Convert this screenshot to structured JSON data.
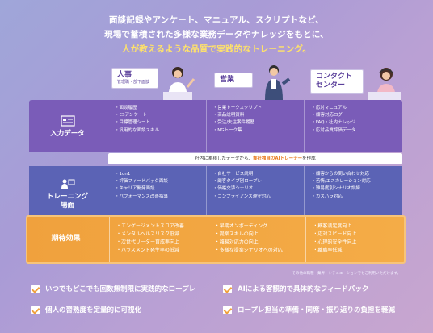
{
  "headline": {
    "line1": "面談記録やアンケート、マニュアル、スクリプトなど、",
    "line2": "現場で蓄積された多様な業務データやナレッジをもとに、",
    "line3": "人が教えるような品質で実践的なトレーニング。"
  },
  "personas": [
    {
      "title": "人事",
      "subtitle": "管理職・部下面談"
    },
    {
      "title": "営業",
      "subtitle": ""
    },
    {
      "title": "コンタクト\nセンター",
      "subtitle": ""
    }
  ],
  "input_row": {
    "label": "入力データ",
    "cols": [
      [
        "面談履歴",
        "ESアンケート",
        "目標管理シート",
        "汎用的な面談スキル"
      ],
      [
        "営業トークスクリプト",
        "商品説明資料",
        "受注/失注案件履歴",
        "NGトーク集"
      ],
      [
        "応対マニュアル",
        "顧客対応ログ",
        "FAQ・社内ナレッジ",
        "応対品質評価データ"
      ]
    ]
  },
  "banner": {
    "prefix": "社内に蓄積したデータから、",
    "org": "貴社独自のAIトレーナー",
    "suffix": "を作成"
  },
  "training_row": {
    "label": "トレーニング\n場面",
    "cols": [
      [
        "1on1",
        "評価フィードバック面談",
        "キャリア開発面談",
        "パフォーマンス改善指導"
      ],
      [
        "自社サービス説明",
        "顧客タイプ別ロープレ",
        "価格交渉シナリオ",
        "コンプライアンス遵守対応"
      ],
      [
        "顧客からの問い合わせ対応",
        "苦情/エスカレーション対応",
        "難易度別シナリオ訓練",
        "カスハラ対応"
      ]
    ]
  },
  "expected_row": {
    "label": "期待効果",
    "cols": [
      [
        "エンゲージメントスコア改善",
        "メンタルヘルスリスク低減",
        "次世代リーダー育成率向上",
        "ハラスメント発生率の低減"
      ],
      [
        "早期オンボーディング",
        "提案スキルの向上",
        "難易対応力の向上",
        "多様な提案シナリオへの対応"
      ],
      [
        "顧客満足度向上",
        "応対スピード向上",
        "心理的安全性向上",
        "離職率低減"
      ]
    ]
  },
  "note": "その他の職種・業界・シチュエーションでもご利用いただけます。",
  "bullets": [
    "いつでもどこでも回数無制限に実践的なロープレ",
    "AIによる客観的で具体的なフィードバック",
    "個人の習熟度を定量的に可視化",
    "ロープレ担当の準備・同席・振り返りの負担を軽減"
  ],
  "colors": {
    "input_row": "#7a5cb8",
    "training_row": "#5b63b5",
    "expected_row": "#f0a13d",
    "accent_text": "#ffe26a"
  }
}
